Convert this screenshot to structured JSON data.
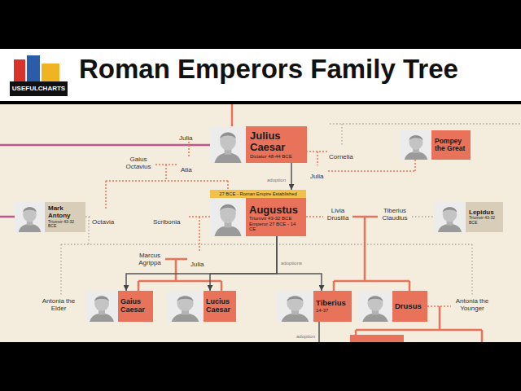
{
  "diagram": {
    "title": "Roman Emperors Family Tree",
    "nodes": [
      {
        "text": [
          "Julius Caesar",
          "Dictator 48-44 BCE"
        ]
      },
      {
        "text": [
          "Pompey the Great"
        ]
      },
      {
        "text": [
          "Mark Antony",
          "Triumvir 43-32 BCE"
        ]
      },
      {
        "text": [
          "27 BCE - Roman Empire Established",
          "Augustus",
          "Triumvir 43-32 BCE",
          "Emperor 27 BCE - 14 CE"
        ]
      },
      {
        "text": [
          "Lepidus",
          "Triumvir 43-32 BCE"
        ]
      },
      {
        "text": [
          "Gaius Caesar"
        ]
      },
      {
        "text": [
          "Lucius Caesar"
        ]
      },
      {
        "text": [
          "Tiberius",
          "14-37"
        ]
      },
      {
        "text": [
          "Drusus"
        ]
      }
    ],
    "edges": [
      {
        "from": 0,
        "to": 3,
        "arrow": "to",
        "label": "adoption"
      },
      {
        "from": 3,
        "to": 5,
        "arrow": "to",
        "label": "adoptions"
      },
      {
        "from": 3,
        "to": 6,
        "arrow": "to"
      },
      {
        "from": 3,
        "to": 7,
        "arrow": "to"
      }
    ],
    "labels": [
      "USEFULCHARTS",
      "Julia",
      "Gaius Octavius",
      "Atia",
      "Cornelia",
      "Julia",
      "Octavia",
      "Scribonia",
      "Livia Drusilla",
      "Tiberius Claudius",
      "Marcus Agrippa",
      "Julia",
      "Antonia the Elder",
      "Antonia the Younger",
      "adoption"
    ]
  }
}
